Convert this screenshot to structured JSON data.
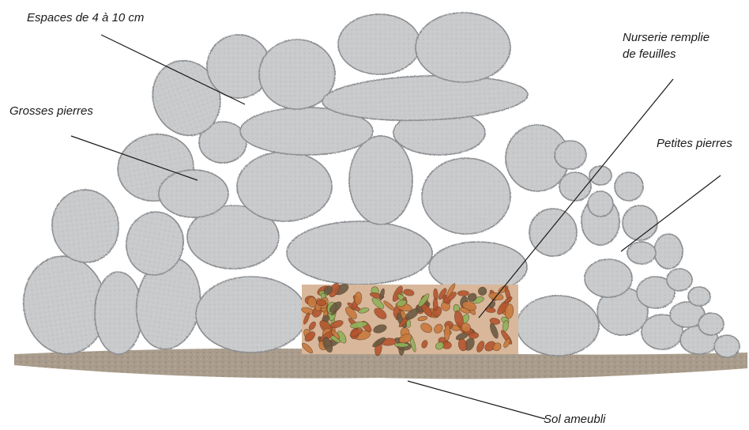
{
  "labels": {
    "spaces": "Espaces de 4 à 10 cm",
    "big_stones": "Grosses pierres",
    "nursery_line1": "Nurserie remplie",
    "nursery_line2": "de feuilles",
    "small_stones": "Petites pierres",
    "soil": "Sol ameubli"
  },
  "colors": {
    "stone_fill": "#c9cacb",
    "stone_outline": "#8b8d90",
    "soil": "#8a7a66",
    "leaf_red": "#b5552f",
    "leaf_orange": "#c87a3e",
    "leaf_green": "#8fb25a",
    "leaf_dark": "#6b5a43"
  }
}
